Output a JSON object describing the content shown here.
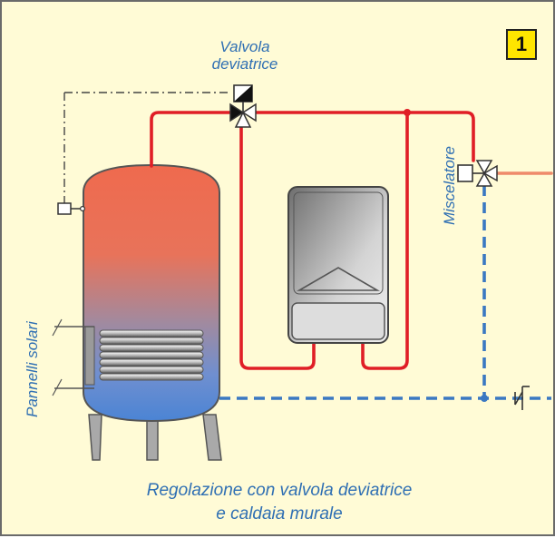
{
  "badge": "1",
  "labels": {
    "valve": [
      "Valvola",
      "deviatrice"
    ],
    "mixer": "Miscelatore",
    "solar": "Pannelli solari",
    "caption": [
      "Regolazione con valvola deviatrice",
      "e caldaia murale"
    ]
  },
  "colors": {
    "background": "#fffbd6",
    "hot_pipe": "#e01e26",
    "cold_pipe": "#3a78c2",
    "text": "#2f6fb3",
    "badge": "#ffe500"
  }
}
